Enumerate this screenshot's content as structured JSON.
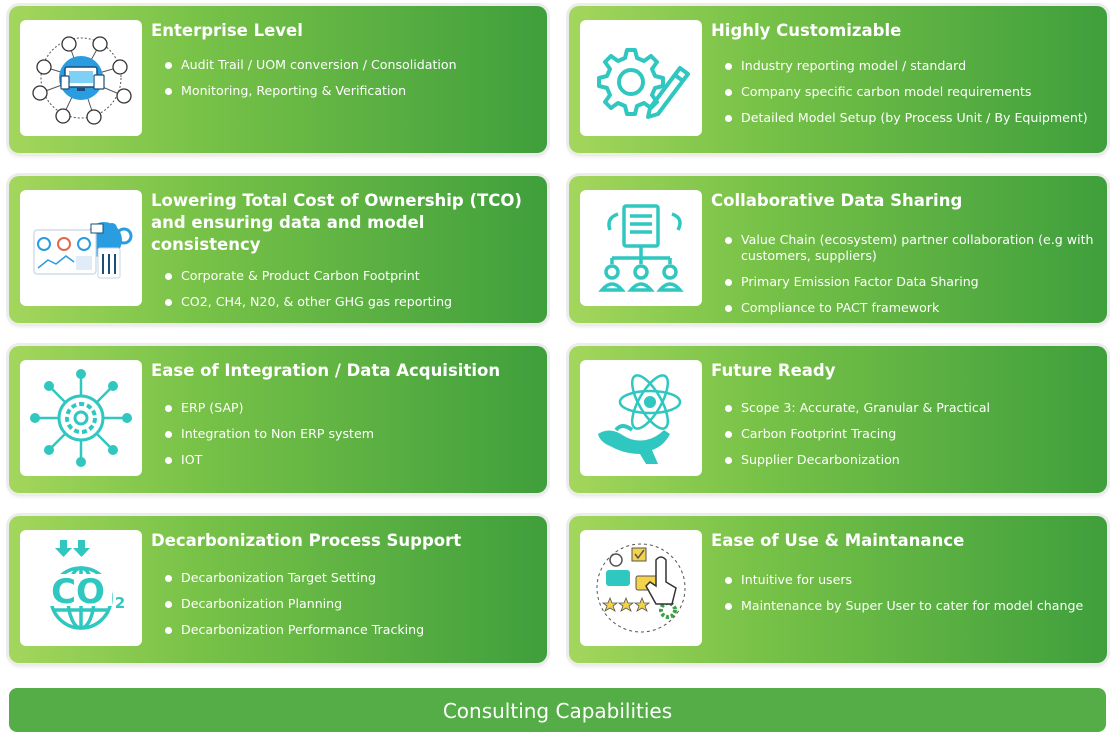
{
  "cards": [
    {
      "title": "Enterprise Level",
      "icon": "enterprise-network-icon",
      "bullets": [
        "Audit Trail / UOM conversion / Consolidation",
        "Monitoring, Reporting & Verification"
      ]
    },
    {
      "title": "Highly Customizable",
      "icon": "gear-pencil-icon",
      "bullets": [
        "Industry reporting model / standard",
        "Company specific carbon model requirements",
        "Detailed Model Setup (by Process Unit / By Equipment)"
      ]
    },
    {
      "title": "Lowering Total Cost of Ownership (TCO) and ensuring data and model consistency",
      "icon": "dashboard-analytics-icon",
      "bullets": [
        "Corporate & Product Carbon Footprint",
        "CO2, CH4, N20, & other GHG gas reporting"
      ]
    },
    {
      "title": "Collaborative Data Sharing",
      "icon": "document-sharing-icon",
      "bullets": [
        "Value Chain (ecosystem) partner collaboration (e.g with customers, suppliers)",
        "Primary Emission Factor Data Sharing",
        "Compliance to PACT framework"
      ]
    },
    {
      "title": "Ease of Integration / Data Acquisition",
      "icon": "integration-hub-icon",
      "bullets": [
        "ERP (SAP)",
        "Integration to Non ERP system",
        "IOT"
      ]
    },
    {
      "title": "Future Ready",
      "icon": "atom-hand-icon",
      "bullets": [
        "Scope 3: Accurate, Granular & Practical",
        "Carbon Footprint Tracing",
        "Supplier Decarbonization"
      ]
    },
    {
      "title": "Decarbonization Process Support",
      "icon": "co2-globe-icon",
      "bullets": [
        "Decarbonization Target Setting",
        "Decarbonization Planning",
        "Decarbonization Performance Tracking"
      ]
    },
    {
      "title": "Ease of Use & Maintanance",
      "icon": "user-interface-touch-icon",
      "bullets": [
        "Intuitive for users",
        "Maintenance by Super User to cater for model change"
      ]
    }
  ],
  "footer": {
    "label": "Consulting Capabilities"
  },
  "colors": {
    "card_gradient_start": "#a4d65c",
    "card_gradient_end": "#3f9f3c",
    "icon_teal": "#2fc7c0",
    "footer": "#55ad48"
  }
}
